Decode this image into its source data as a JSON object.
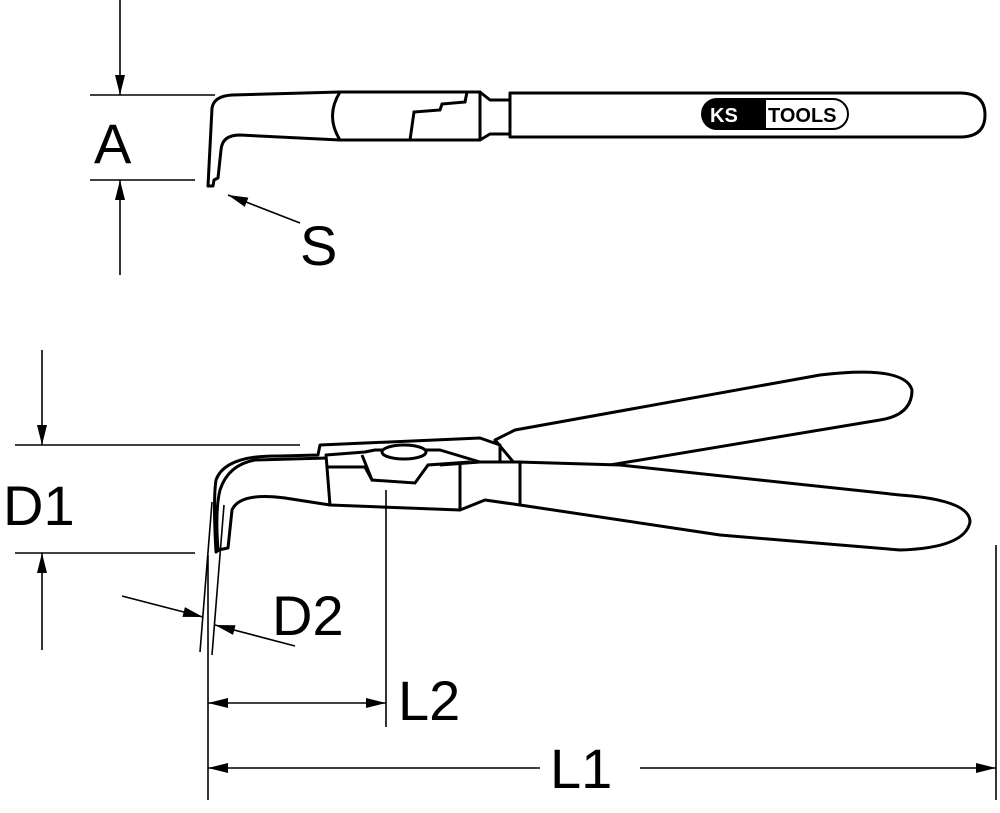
{
  "labels": {
    "a": "A",
    "s": "S",
    "d1": "D1",
    "d2": "D2",
    "l2": "L2",
    "l1": "L1"
  },
  "logo": {
    "ks": "KS",
    "tools": "TOOLS"
  },
  "colors": {
    "line": "#000000",
    "background": "#ffffff"
  }
}
